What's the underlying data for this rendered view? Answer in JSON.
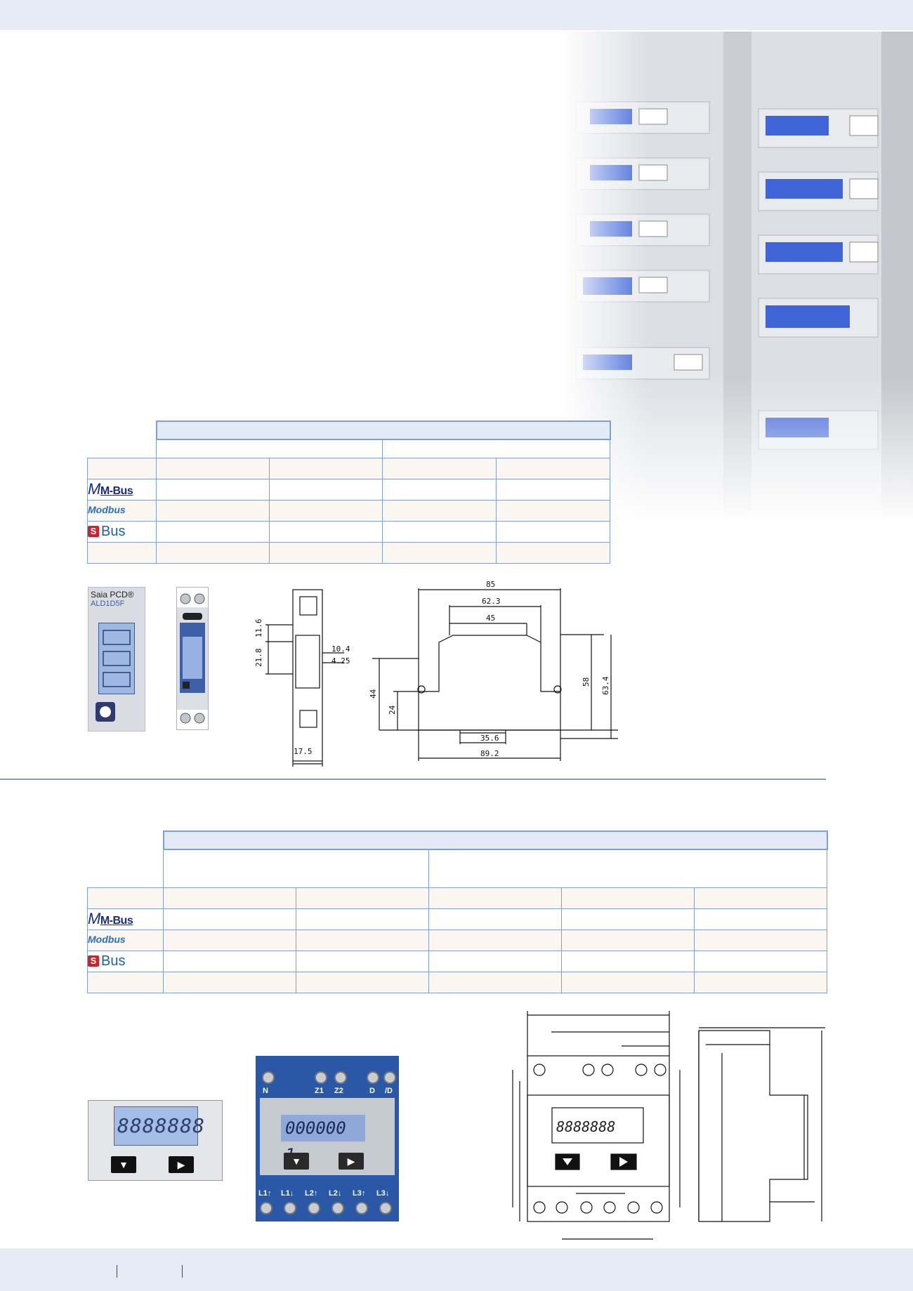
{
  "table1": {
    "row_logos": [
      "M-Bus",
      "Modbus",
      "S",
      "Bus"
    ]
  },
  "table2": {
    "row_logos": [
      "M-Bus",
      "Modbus",
      "S",
      "Bus"
    ]
  },
  "device1": {
    "brand": "Saia PCD®",
    "model": "ALD1D5F"
  },
  "device3": {
    "display_value": "000000 1",
    "top_terminals": [
      "N",
      "Z1",
      "Z2",
      "D",
      "/D"
    ],
    "bottom_terminals": [
      "L1↑",
      "L1↓",
      "L2↑",
      "L2↓",
      "L3↑",
      "L3↓"
    ]
  },
  "device4": {
    "display_value": "8888888"
  },
  "dims_small": {
    "top": "11.6",
    "middle": "21.8",
    "right1": "10.4",
    "right2": "4.25",
    "width": "17.5"
  },
  "dims_side": {
    "w85": "85",
    "w623": "62.3",
    "w45": "45",
    "h58": "58",
    "h634": "63.4",
    "h44": "44",
    "h24": "24",
    "w356": "35.6",
    "w892": "89.2"
  },
  "colors": {
    "band": "#e6ebf6",
    "table_border": "#7fa0d0",
    "header_fill": "#e3eaf7",
    "peach_row": "#fcf6f1"
  }
}
